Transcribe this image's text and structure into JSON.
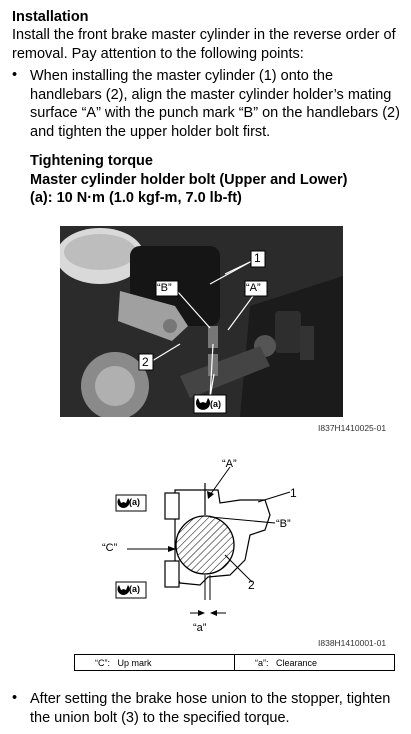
{
  "section": {
    "heading": "Installation",
    "intro": "Install the front brake master cylinder in the reverse order of removal. Pay attention to the following points:"
  },
  "bullets": [
    {
      "symbol": "•",
      "text": "When installing the master cylinder (1) onto the handlebars (2), align the master cylinder holder’s mating surface “A” with the punch mark “B” on the handlebars (2) and tighten the upper holder bolt first."
    },
    {
      "symbol": "•",
      "text": "After setting the brake hose union to the stopper, tighten the union bolt (3) to the specified torque."
    }
  ],
  "torque": {
    "title": "Tightening torque",
    "item": "Master cylinder holder bolt (Upper and Lower)",
    "spec": "(a):  10 N·m (1.0 kgf-m, 7.0 lb-ft)"
  },
  "photo": {
    "labels": {
      "one": "1",
      "two": "2",
      "A": "“A”",
      "B": "“B”",
      "a": "(a)"
    },
    "code": "I837H1410025-01"
  },
  "diagram": {
    "labels": {
      "A": "“A”",
      "B": "“B”",
      "C": "“C”",
      "one": "1",
      "two": "2",
      "a_upper": "(a)",
      "a_lower": "(a)",
      "a_gap": "“a”"
    },
    "code": "I838H1410001-01"
  },
  "legend": {
    "c_key": "“C”:",
    "c_value": "Up mark",
    "a_key": "“a”:",
    "a_value": "Clearance"
  }
}
